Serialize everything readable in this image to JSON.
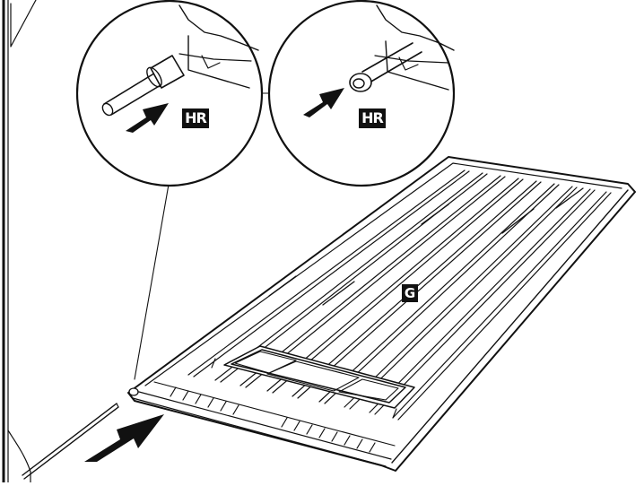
{
  "labels": {
    "left_callout": "HR",
    "right_callout": "HR",
    "panel": "G"
  },
  "colors": {
    "stroke": "#111111",
    "background": "#ffffff",
    "label_bg": "#111111",
    "label_text": "#ffffff"
  }
}
